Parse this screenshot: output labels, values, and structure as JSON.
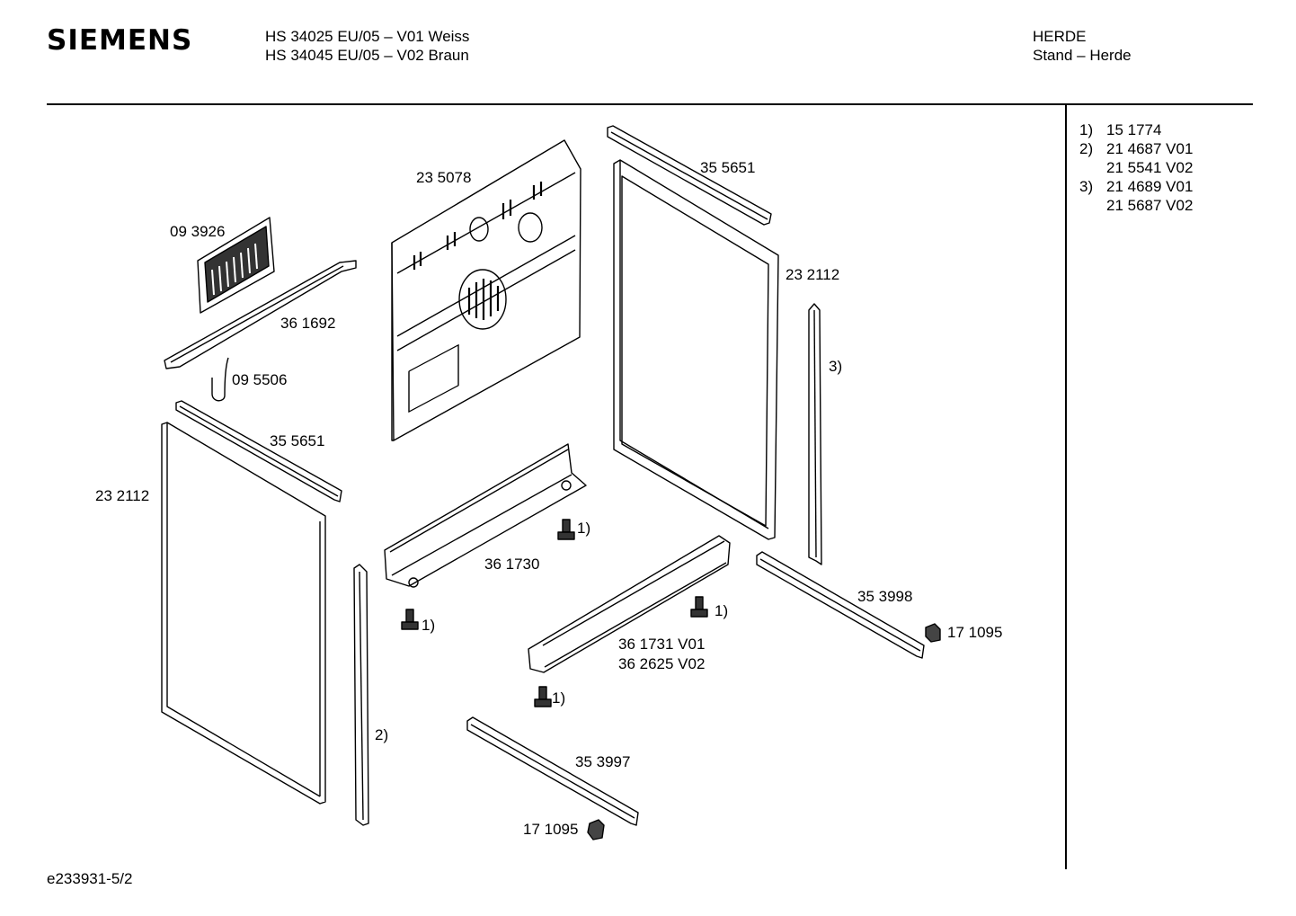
{
  "header": {
    "brand": "SIEMENS",
    "model_line1": "HS 34025 EU/05 – V01 Weiss",
    "model_line2": "HS 34045 EU/05 – V02 Braun",
    "category": "HERDE",
    "subcategory": "Stand – Herde"
  },
  "legend": [
    {
      "key": "1)",
      "value": "15 1774"
    },
    {
      "key": "2)",
      "value": "21 4687 V01"
    },
    {
      "key": "",
      "value": "21 5541 V02"
    },
    {
      "key": "3)",
      "value": "21 4689 V01"
    },
    {
      "key": "",
      "value": "21 5687 V02"
    }
  ],
  "parts": {
    "p093926": "09 3926",
    "p235078": "23 5078",
    "p355651a": "35 5651",
    "p232112a": "23 2112",
    "p361692": "36 1692",
    "p095506": "09 5506",
    "p355651b": "35 5651",
    "p232112b": "23 2112",
    "ref3": "3)",
    "ref1a": "1)",
    "p361730": "36 1730",
    "ref1b": "1)",
    "ref1c": "1)",
    "p361731": "36 1731 V01",
    "p362625": "36 2625 V02",
    "p353998": "35 3998",
    "p171095a": "17 1095",
    "ref1d": "1)",
    "ref2": "2)",
    "p353997": "35 3997",
    "p171095b": "17 1095"
  },
  "footer": {
    "doc_id": "e233931-5/2"
  }
}
